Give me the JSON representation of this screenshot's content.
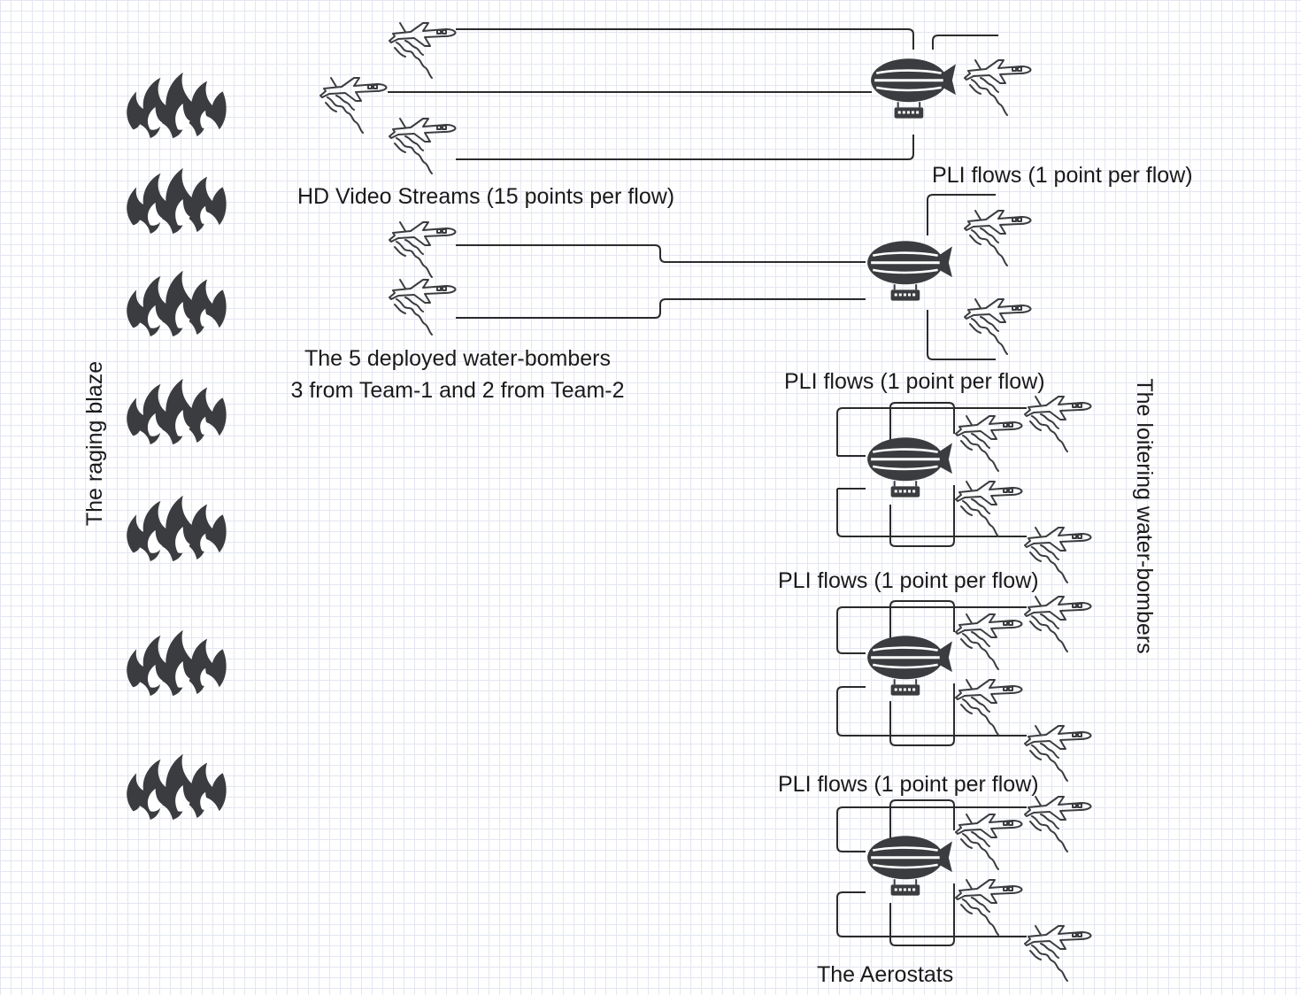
{
  "labels": {
    "hd_video": "HD Video Streams (15 points per flow)",
    "pli_top": "PLI flows (1 point per flow)",
    "pli_1": "PLI flows (1 point per flow)",
    "pli_2": "PLI flows (1 point per flow)",
    "pli_3": "PLI flows (1 point per flow)",
    "deployed_line1": "The 5 deployed water-bombers",
    "deployed_line2": "3 from Team-1 and 2 from Team-2",
    "blaze": "The raging blaze",
    "loitering": "The loitering water-bombers",
    "aerostats": "The Aerostats"
  },
  "icons": {
    "fire": "fire-icon",
    "plane": "water-bomber-plane-icon",
    "aerostat": "aerostat-blimp-icon"
  },
  "colors": {
    "icon": "#3b3c3f",
    "line": "#2b2b2b",
    "grid": "#e4e6f1"
  }
}
